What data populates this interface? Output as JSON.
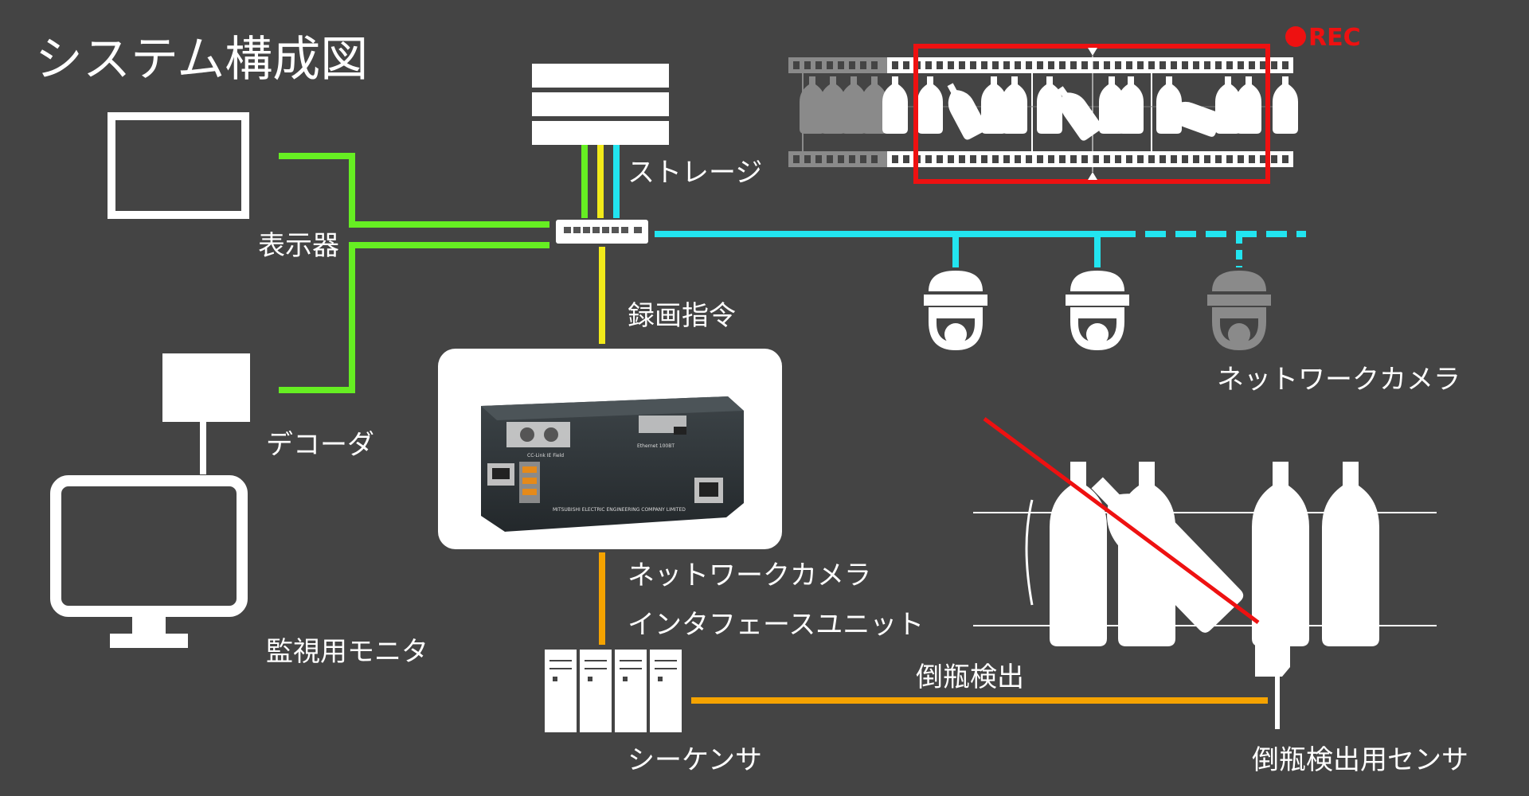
{
  "title": "システム構成図",
  "rec_label": "REC",
  "labels": {
    "display": "表示器",
    "decoder": "デコーダ",
    "monitor": "監視用モニタ",
    "storage": "ストレージ",
    "record_command": "録画指令",
    "camera": "ネットワークカメラ",
    "interface_line1": "ネットワークカメラ",
    "interface_line2": "インタフェースユニット",
    "sequencer": "シーケンサ",
    "fall_detect": "倒瓶検出",
    "fall_sensor": "倒瓶検出用センサ"
  },
  "device_text": {
    "maker": "MITSUBISHI ELECTRIC ENGINEERING COMPANY LIMITED",
    "ethernet": "Ethernet 100BT",
    "link": "CC-Link IE Field"
  },
  "colors": {
    "background": "#444444",
    "green": "#66EE22",
    "cyan": "#22E5F0",
    "yellow": "#F2EA1A",
    "orange": "#F5A300",
    "red": "#EE1111",
    "white": "#FFFFFF",
    "gray": "#8A8A8A"
  }
}
